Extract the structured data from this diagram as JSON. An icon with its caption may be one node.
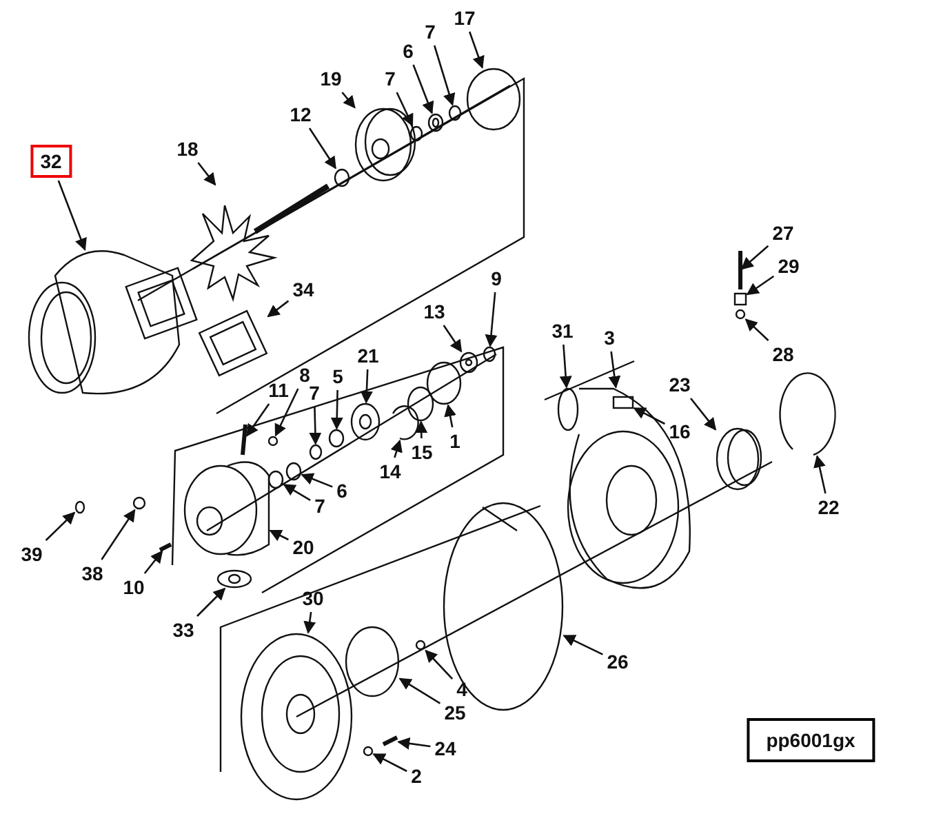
{
  "diagram": {
    "nodes": [
      {
        "text": [
          "17"
        ]
      },
      {
        "text": [
          "7"
        ]
      },
      {
        "text": [
          "6"
        ]
      },
      {
        "text": [
          "7"
        ]
      },
      {
        "text": [
          "19"
        ]
      },
      {
        "text": [
          "12"
        ]
      },
      {
        "text": [
          "18"
        ]
      },
      {
        "text": [
          "32"
        ]
      },
      {
        "text": [
          "27"
        ]
      },
      {
        "text": [
          "29"
        ]
      },
      {
        "text": [
          "9"
        ]
      },
      {
        "text": [
          "34"
        ]
      },
      {
        "text": [
          "13"
        ]
      },
      {
        "text": [
          "31"
        ]
      },
      {
        "text": [
          "3"
        ]
      },
      {
        "text": [
          "28"
        ]
      },
      {
        "text": [
          "21"
        ]
      },
      {
        "text": [
          "8"
        ]
      },
      {
        "text": [
          "23"
        ]
      },
      {
        "text": [
          "11"
        ]
      },
      {
        "text": [
          "7"
        ]
      },
      {
        "text": [
          "5"
        ]
      },
      {
        "text": [
          "16"
        ]
      },
      {
        "text": [
          "1"
        ]
      },
      {
        "text": [
          "15"
        ]
      },
      {
        "text": [
          "14"
        ]
      },
      {
        "text": [
          "6"
        ]
      },
      {
        "text": [
          "22"
        ]
      },
      {
        "text": [
          "7"
        ]
      },
      {
        "text": [
          "38"
        ]
      },
      {
        "text": [
          "20"
        ]
      },
      {
        "text": [
          "39"
        ]
      },
      {
        "text": [
          "10"
        ]
      },
      {
        "text": [
          "30"
        ]
      },
      {
        "text": [
          "33"
        ]
      },
      {
        "text": [
          "26"
        ]
      },
      {
        "text": [
          "4"
        ]
      },
      {
        "text": [
          "25"
        ]
      },
      {
        "text": [
          "pp6001gx"
        ]
      },
      {
        "text": [
          "24"
        ]
      },
      {
        "text": [
          "2"
        ]
      },
      {
        "text": [],
        "shape": "circle"
      },
      {
        "text": [],
        "shape": "circle"
      },
      {
        "text": [],
        "shape": "picture"
      },
      {
        "text": [],
        "shape": "circle"
      },
      {
        "text": [],
        "shape": "picture"
      },
      {
        "text": [],
        "shape": "circle"
      },
      {
        "text": [],
        "shape": "picture"
      },
      {
        "text": [],
        "shape": "picture"
      },
      {
        "text": [],
        "shape": "bar"
      },
      {
        "text": [],
        "shape": "box"
      },
      {
        "text": [],
        "shape": "circle"
      },
      {
        "text": [],
        "shape": "picture"
      },
      {
        "text": [],
        "shape": "picture"
      },
      {
        "text": [],
        "shape": "circle"
      },
      {
        "text": [],
        "shape": "picture"
      },
      {
        "text": [],
        "shape": "circle"
      },
      {
        "text": [],
        "shape": "picture"
      },
      {
        "text": [],
        "shape": "circle"
      },
      {
        "text": [],
        "shape": "picture"
      },
      {
        "text": [],
        "shape": "bar"
      },
      {
        "text": [],
        "shape": "circle"
      },
      {
        "text": [],
        "shape": "circle"
      },
      {
        "text": [],
        "shape": "box"
      },
      {
        "text": [],
        "shape": "circle"
      },
      {
        "text": [],
        "shape": "circle"
      },
      {
        "text": [],
        "shape": "picture"
      },
      {
        "text": [],
        "shape": "circle"
      },
      {
        "text": [],
        "shape": "picture"
      },
      {
        "text": [],
        "shape": "circle"
      },
      {
        "text": [],
        "shape": "circle"
      },
      {
        "text": [],
        "shape": "picture"
      },
      {
        "text": [],
        "shape": "circle"
      },
      {
        "text": [],
        "shape": "bar"
      },
      {
        "text": [],
        "shape": "picture"
      },
      {
        "text": [],
        "shape": "picture"
      },
      {
        "text": [],
        "shape": "picture"
      },
      {
        "text": [],
        "shape": "circle"
      },
      {
        "text": [],
        "shape": "circle"
      },
      {
        "text": [],
        "shape": "bar"
      },
      {
        "text": [],
        "shape": "circle"
      }
    ],
    "edges": [
      {
        "from": 0,
        "to": 41,
        "arrow": "to"
      },
      {
        "from": 1,
        "to": 42,
        "arrow": "to"
      },
      {
        "from": 2,
        "to": 43,
        "arrow": "to"
      },
      {
        "from": 3,
        "to": 44,
        "arrow": "to"
      },
      {
        "from": 4,
        "to": 45,
        "arrow": "to"
      },
      {
        "from": 5,
        "to": 46,
        "arrow": "to"
      },
      {
        "from": 6,
        "to": 47,
        "arrow": "to"
      },
      {
        "from": 7,
        "to": 48,
        "arrow": "to"
      },
      {
        "from": 8,
        "to": 49,
        "arrow": "to"
      },
      {
        "from": 9,
        "to": 50,
        "arrow": "to"
      },
      {
        "from": 10,
        "to": 51,
        "arrow": "to"
      },
      {
        "from": 11,
        "to": 52,
        "arrow": "to"
      },
      {
        "from": 12,
        "to": 53,
        "arrow": "to"
      },
      {
        "from": 13,
        "to": 54,
        "arrow": "to"
      },
      {
        "from": 14,
        "to": 55,
        "arrow": "to"
      },
      {
        "from": 15,
        "to": 56,
        "arrow": "to"
      },
      {
        "from": 16,
        "to": 57,
        "arrow": "to"
      },
      {
        "from": 17,
        "to": 58,
        "arrow": "to"
      },
      {
        "from": 18,
        "to": 59,
        "arrow": "to"
      },
      {
        "from": 19,
        "to": 60,
        "arrow": "to"
      },
      {
        "from": 20,
        "to": 61,
        "arrow": "to"
      },
      {
        "from": 21,
        "to": 62,
        "arrow": "to"
      },
      {
        "from": 22,
        "to": 63,
        "arrow": "to"
      },
      {
        "from": 23,
        "to": 64,
        "arrow": "to"
      },
      {
        "from": 24,
        "to": 65,
        "arrow": "to"
      },
      {
        "from": 25,
        "to": 66,
        "arrow": "to"
      },
      {
        "from": 26,
        "to": 67,
        "arrow": "to"
      },
      {
        "from": 27,
        "to": 68,
        "arrow": "to"
      },
      {
        "from": 28,
        "to": 69,
        "arrow": "to"
      },
      {
        "from": 29,
        "to": 70,
        "arrow": "to"
      },
      {
        "from": 30,
        "to": 71,
        "arrow": "to"
      },
      {
        "from": 31,
        "to": 72,
        "arrow": "to"
      },
      {
        "from": 32,
        "to": 73,
        "arrow": "to"
      },
      {
        "from": 33,
        "to": 74,
        "arrow": "to"
      },
      {
        "from": 34,
        "to": 75,
        "arrow": "to"
      },
      {
        "from": 35,
        "to": 76,
        "arrow": "to"
      },
      {
        "from": 36,
        "to": 77,
        "arrow": "to"
      },
      {
        "from": 37,
        "to": 78,
        "arrow": "to"
      },
      {
        "from": 39,
        "to": 79,
        "arrow": "to"
      },
      {
        "from": 40,
        "to": 80,
        "arrow": "to"
      }
    ]
  }
}
